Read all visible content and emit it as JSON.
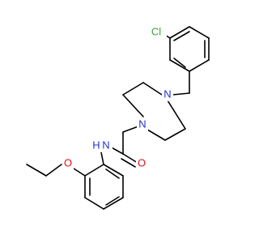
{
  "molecule": {
    "atoms": {
      "cl": {
        "label": "Cl",
        "color": "#33aa33"
      },
      "n_top": {
        "label": "N",
        "color": "#2233cc"
      },
      "n_left": {
        "label": "N",
        "color": "#2233cc"
      },
      "nh": {
        "label": "N",
        "color": "#2233cc"
      },
      "h": {
        "label": "H",
        "color": "#2233cc"
      },
      "o_carbonyl": {
        "label": "O",
        "color": "#dd1111"
      },
      "o_ether": {
        "label": "O",
        "color": "#dd1111"
      }
    },
    "bond_color": "#000000",
    "background": "#ffffff"
  }
}
